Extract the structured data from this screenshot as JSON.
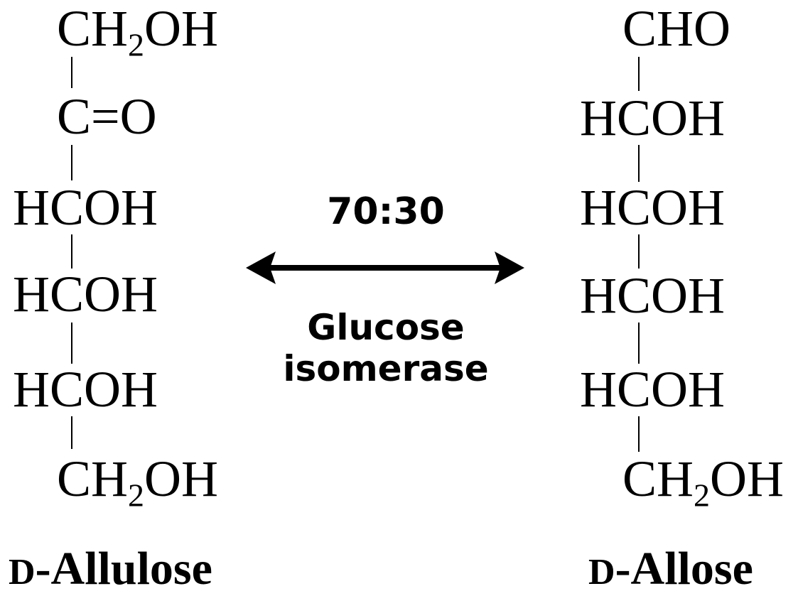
{
  "left_structure": {
    "rows": [
      {
        "pre": "CH",
        "sub": "2",
        "post": "OH"
      },
      {
        "pre": "C=O",
        "sub": "",
        "post": ""
      },
      {
        "pre": "HCOH",
        "sub": "",
        "post": ""
      },
      {
        "pre": "HCOH",
        "sub": "",
        "post": ""
      },
      {
        "pre": "HCOH",
        "sub": "",
        "post": ""
      },
      {
        "pre": "CH",
        "sub": "2",
        "post": "OH"
      }
    ],
    "name_prefix": "D",
    "name_main": "-Allulose"
  },
  "right_structure": {
    "rows": [
      {
        "pre": "CHO",
        "sub": "",
        "post": ""
      },
      {
        "pre": "HCOH",
        "sub": "",
        "post": ""
      },
      {
        "pre": "HCOH",
        "sub": "",
        "post": ""
      },
      {
        "pre": "HCOH",
        "sub": "",
        "post": ""
      },
      {
        "pre": "HCOH",
        "sub": "",
        "post": ""
      },
      {
        "pre": "CH",
        "sub": "2",
        "post": "OH"
      }
    ],
    "name_prefix": "D",
    "name_main": "-Allose"
  },
  "reaction": {
    "ratio": "70:30",
    "enzyme_line1": "Glucose",
    "enzyme_line2": "isomerase"
  }
}
